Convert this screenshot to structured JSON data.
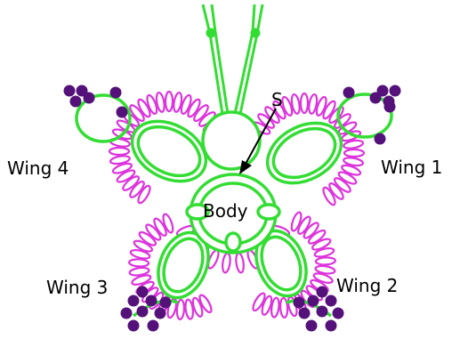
{
  "labels": {
    "start": "S",
    "body": "Body",
    "wing1": "Wing 1",
    "wing2": "Wing 2",
    "wing3": "Wing 3",
    "wing4": "Wing 4"
  },
  "colors": {
    "ring": "#33dd33",
    "picot": "#dd33dd",
    "bead": "#55117a",
    "text": "#000000"
  }
}
